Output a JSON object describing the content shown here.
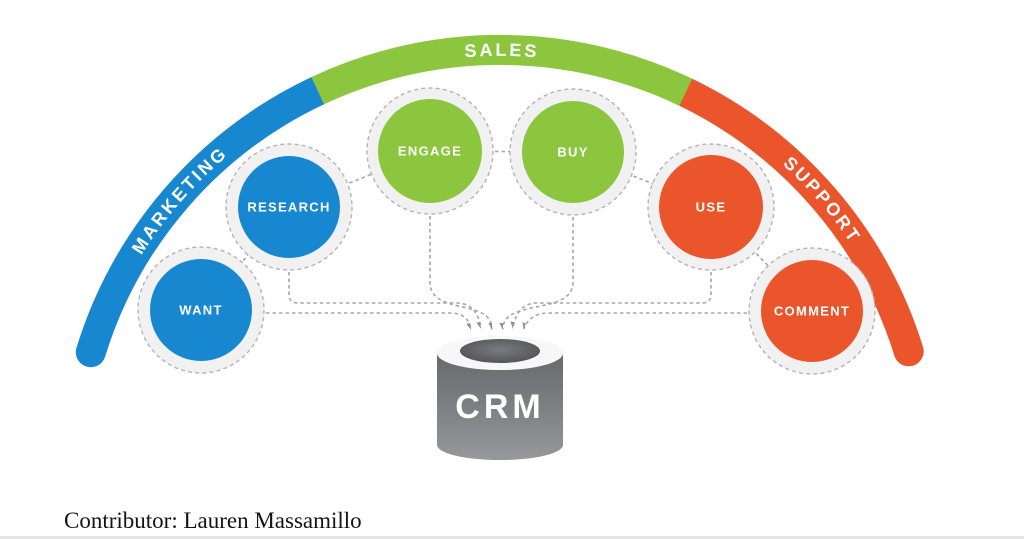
{
  "arc": {
    "segments": [
      {
        "label": "MARKETING",
        "color": "#1788d0"
      },
      {
        "label": "SALES",
        "color": "#8cc63f"
      },
      {
        "label": "SUPPORT",
        "color": "#ea552b"
      }
    ]
  },
  "stages": [
    {
      "label": "WANT",
      "color": "#1788d0"
    },
    {
      "label": "RESEARCH",
      "color": "#1788d0"
    },
    {
      "label": "ENGAGE",
      "color": "#8cc63f"
    },
    {
      "label": "BUY",
      "color": "#8cc63f"
    },
    {
      "label": "USE",
      "color": "#ea552b"
    },
    {
      "label": "COMMENT",
      "color": "#ea552b"
    }
  ],
  "database": {
    "label": "CRM",
    "color": "#77787b"
  },
  "footer": {
    "contributor": "Contributor: Lauren Massamillo"
  },
  "colors": {
    "halo_fill": "#f1f1f2",
    "dashed_line_gray": "#a7a7a9",
    "arrow_gray": "#8f8f92"
  }
}
